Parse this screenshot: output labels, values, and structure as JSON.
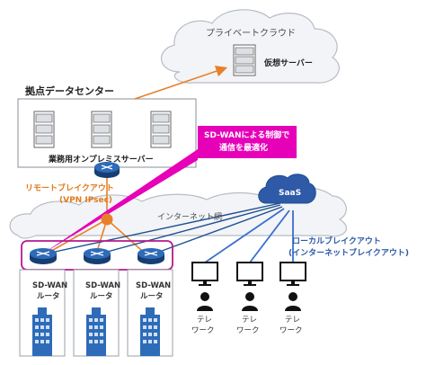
{
  "labels": {
    "private_cloud": "プライベートクラウド",
    "virtual_server": "仮想サーバー",
    "datacenter": "拠点データセンター",
    "business_server": "業務用オンプレミスサーバー",
    "sdwan_callout_line1": "SD-WANによる制御で",
    "sdwan_callout_line2": "通信を最適化",
    "remote_breakout_line1": "リモートブレイクアウト",
    "remote_breakout_line2": "(VPN IPsec)",
    "internet": "インターネット網",
    "saas": "SaaS",
    "local_breakout_line1": "ローカルブレイクアウト",
    "local_breakout_line2": "(インターネットブレイクアウト)",
    "router_line1": "SD-WAN",
    "router_line2": "ルータ",
    "telework_line1": "テレ",
    "telework_line2": "ワーク"
  },
  "colors": {
    "orange": "#e8802a",
    "magenta": "#e600b8",
    "blue": "#2e5aa8",
    "router_blue": "#1f4f8f",
    "cloud_fill": "#f2f4f7",
    "cloud_stroke": "#b8bcc4"
  },
  "icons": {
    "server": "server-rack-icon",
    "router": "router-icon",
    "building": "office-building-icon",
    "monitor": "monitor-icon",
    "person": "person-icon",
    "cloud": "cloud-icon"
  }
}
